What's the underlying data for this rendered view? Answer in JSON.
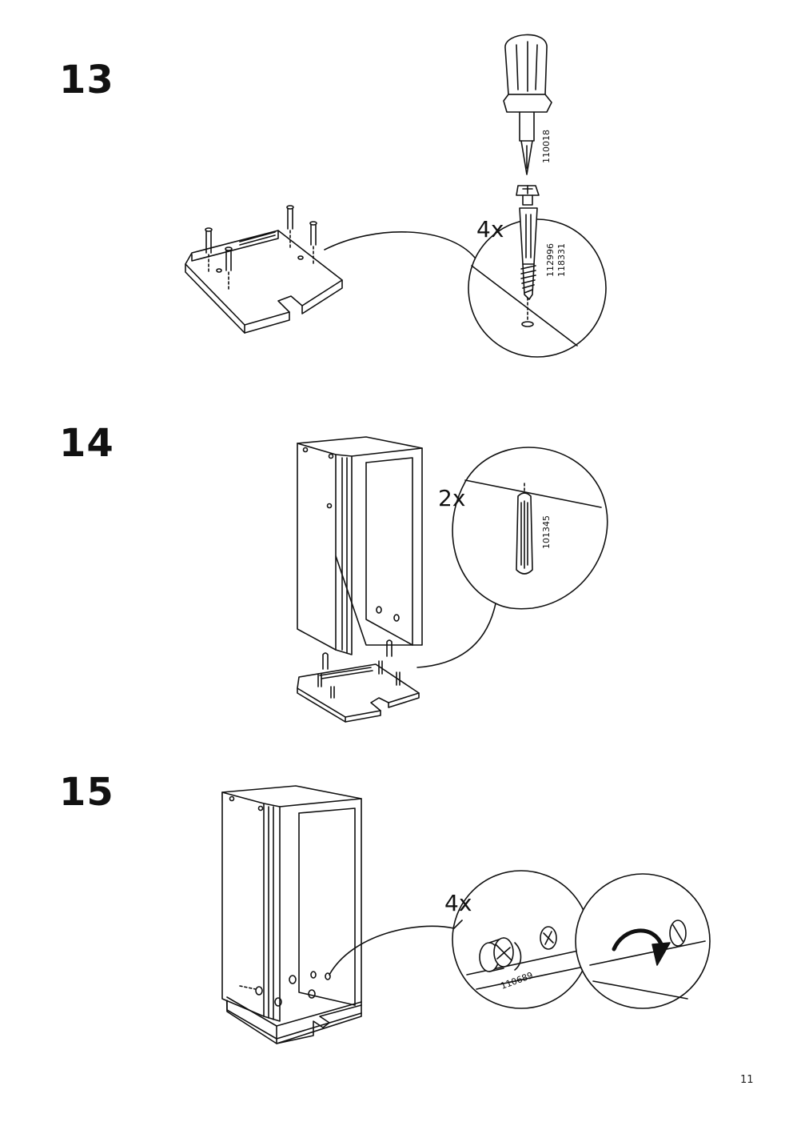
{
  "steps": [
    {
      "number": "13",
      "qty": "4x",
      "parts": [
        "110018",
        "112996",
        "118331"
      ]
    },
    {
      "number": "14",
      "qty": "2x",
      "parts": [
        "101345"
      ]
    },
    {
      "number": "15",
      "qty": "4x",
      "parts": [
        "110689"
      ]
    }
  ],
  "page_number": "11"
}
